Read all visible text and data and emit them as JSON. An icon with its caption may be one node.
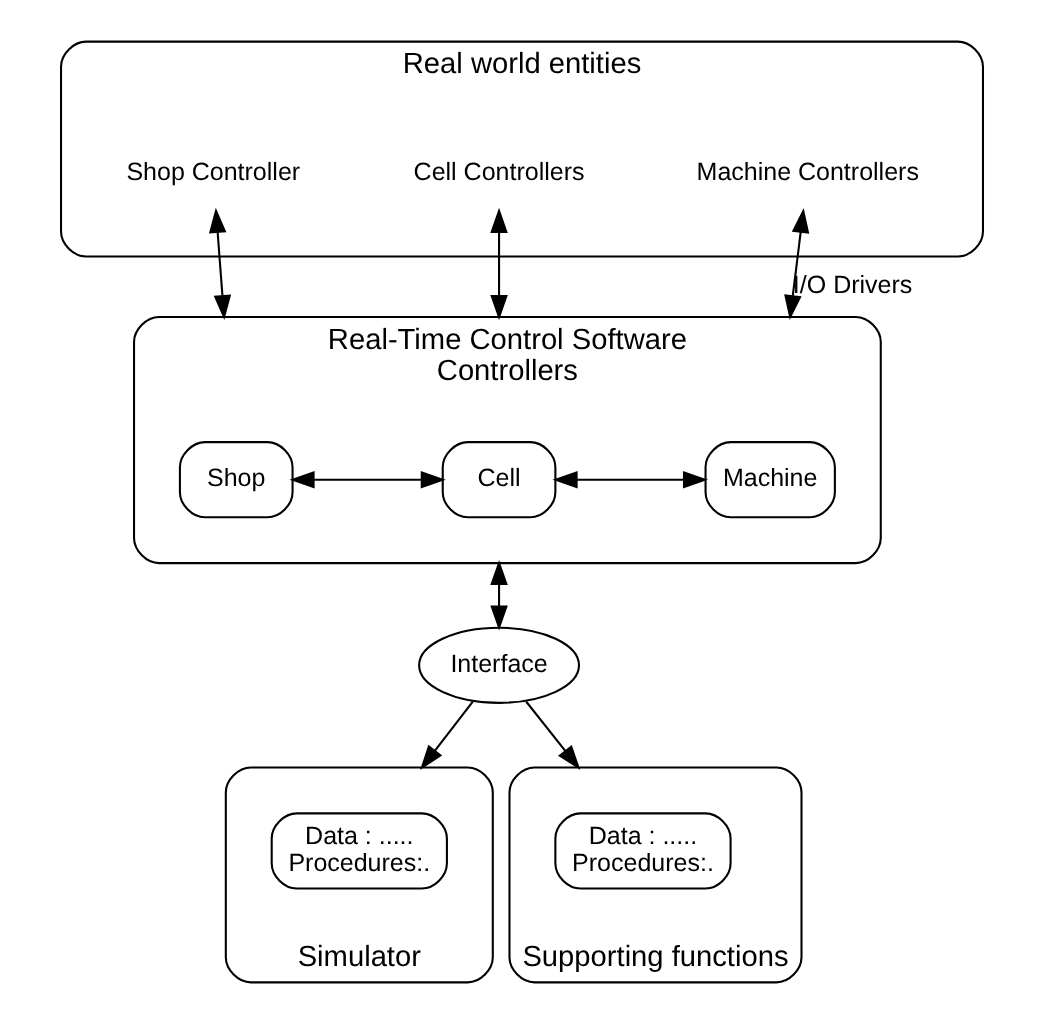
{
  "diagram": {
    "nodes": [
      {
        "text": [
          "Real world entities"
        ]
      },
      {
        "text": [
          "Shop Controller"
        ],
        "in": 0
      },
      {
        "text": [
          "Cell Controllers"
        ],
        "in": 0
      },
      {
        "text": [
          "Machine Controllers"
        ],
        "in": 0
      },
      {
        "text": [
          "Real-Time Control Software",
          "Controllers"
        ]
      },
      {
        "text": [
          "Shop"
        ],
        "in": 4
      },
      {
        "text": [
          "Cell"
        ],
        "in": 4
      },
      {
        "text": [
          "Machine"
        ],
        "in": 4
      },
      {
        "text": [
          "Interface"
        ]
      },
      {
        "text": [
          "Simulator"
        ]
      },
      {
        "text": [
          "Data : .....",
          "Procedures:."
        ],
        "in": 9
      },
      {
        "text": [
          "Supporting functions"
        ]
      },
      {
        "text": [
          "Data : .....",
          "Procedures:."
        ],
        "in": 11
      }
    ],
    "edges": [
      {
        "from": 1,
        "to": 4,
        "arrow": "both"
      },
      {
        "from": 2,
        "to": 4,
        "arrow": "both"
      },
      {
        "from": 3,
        "to": 4,
        "arrow": "both",
        "label": "I/O Drivers"
      },
      {
        "from": 5,
        "to": 6,
        "arrow": "both"
      },
      {
        "from": 6,
        "to": 7,
        "arrow": "both"
      },
      {
        "from": 4,
        "to": 8,
        "arrow": "both"
      },
      {
        "from": 8,
        "to": 9,
        "arrow": "to"
      },
      {
        "from": 8,
        "to": 11,
        "arrow": "to"
      }
    ]
  }
}
